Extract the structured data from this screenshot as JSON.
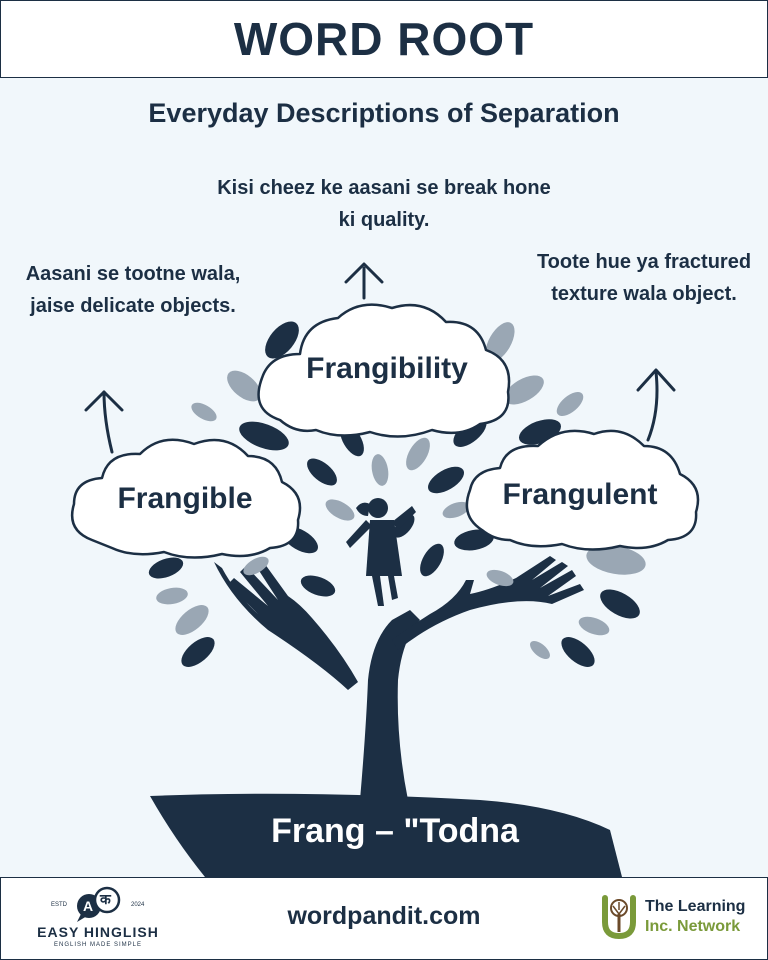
{
  "header": {
    "title": "WORD ROOT"
  },
  "subtitle": "Everyday Descriptions of Separation",
  "descriptions": {
    "top": "Kisi cheez ke aasani se break hone ki quality.",
    "left": "Aasani se tootne wala, jaise delicate objects.",
    "right": "Toote hue ya fractured texture wala object."
  },
  "words": {
    "center": "Frangibility",
    "left": "Frangible",
    "right": "Frangulent"
  },
  "root": "Frang – \"Todna",
  "footer": {
    "site": "wordpandit.com",
    "easy_hinglish": {
      "name": "EASY HINGLISH",
      "tagline": "ENGLISH MADE SIMPLE",
      "est": "ESTD",
      "year": "2024",
      "letter_a": "A",
      "letter_k": "क"
    },
    "learning": {
      "line1": "The Learning",
      "line2": "Inc. Network"
    }
  },
  "colors": {
    "navy": "#1c2f44",
    "background": "#f1f7fb",
    "leaf_light": "#9aa7b4",
    "accent_green": "#7a9a3a"
  }
}
